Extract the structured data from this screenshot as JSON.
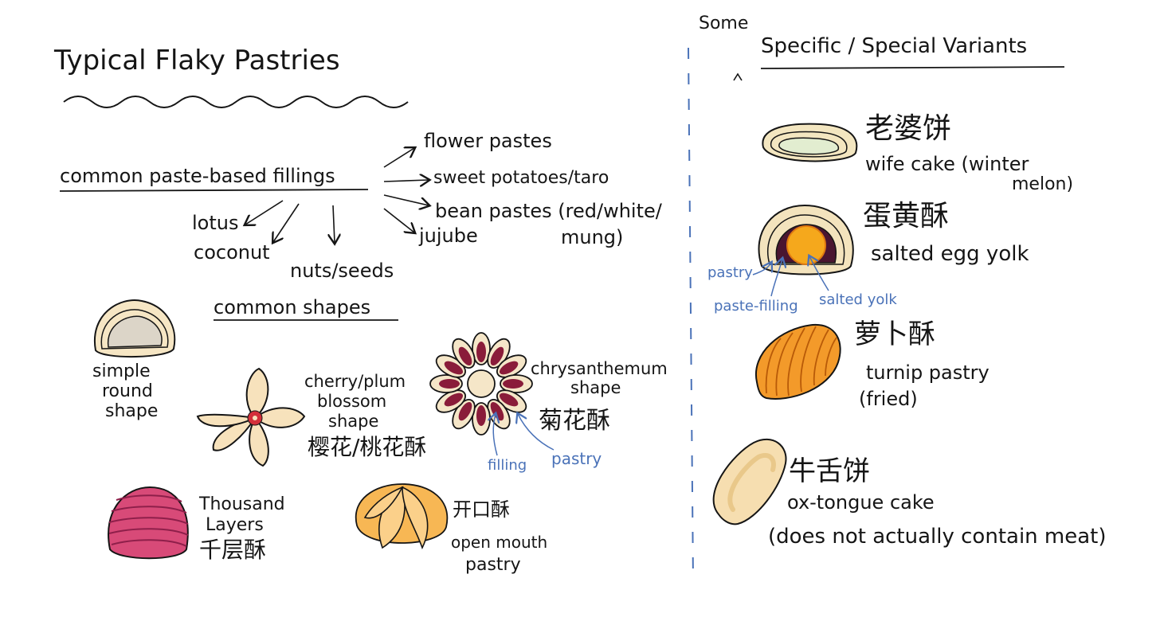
{
  "left": {
    "title": "Typical Flaky Pastries",
    "fillings_heading": "common paste-based fillings",
    "fillings": {
      "flower": "flower pastes",
      "sweet_potato": "sweet potatoes/taro",
      "bean": "bean pastes (red/white/",
      "bean_cont": "mung)",
      "jujube": "jujube",
      "lotus": "lotus",
      "coconut": "coconut",
      "nuts": "nuts/seeds"
    },
    "shapes_heading": "common shapes",
    "shapes": {
      "round_1": "simple",
      "round_2": "round",
      "round_3": "shape",
      "blossom_1": "cherry/plum",
      "blossom_2": "blossom",
      "blossom_3": "shape",
      "blossom_cn": "樱花/桃花酥",
      "chrys_1": "chrysanthemum",
      "chrys_2": "shape",
      "chrys_cn": "菊花酥",
      "chrys_filling": "filling",
      "chrys_pastry": "pastry",
      "thousand_1": "Thousand",
      "thousand_2": "Layers",
      "thousand_cn": "千层酥",
      "open_cn": "开口酥",
      "open_1": "open mouth",
      "open_2": "pastry"
    }
  },
  "right": {
    "some": "Some",
    "title": "Specific / Special Variants",
    "variants": {
      "wife_cn": "老婆饼",
      "wife_1": "wife cake (winter",
      "wife_2": "melon)",
      "egg_cn": "蛋黄酥",
      "egg_en": "salted egg yolk",
      "egg_pastry": "pastry",
      "egg_paste": "paste-filling",
      "egg_yolk": "salted yolk",
      "turnip_cn": "萝卜酥",
      "turnip_1": "turnip pastry",
      "turnip_2": "(fried)",
      "ox_cn": "牛舌饼",
      "ox_1": "ox-tongue cake",
      "ox_2": "(does not actually contain meat)"
    }
  },
  "colors": {
    "ink": "#151515",
    "annotation_blue": "#4a72b8",
    "pastry_cream": "#f6e6c4",
    "filling_red": "#8a1c3a",
    "yolk_orange": "#f0a020",
    "turnip_orange": "#f39a2a",
    "layers_pink": "#d84a78"
  }
}
